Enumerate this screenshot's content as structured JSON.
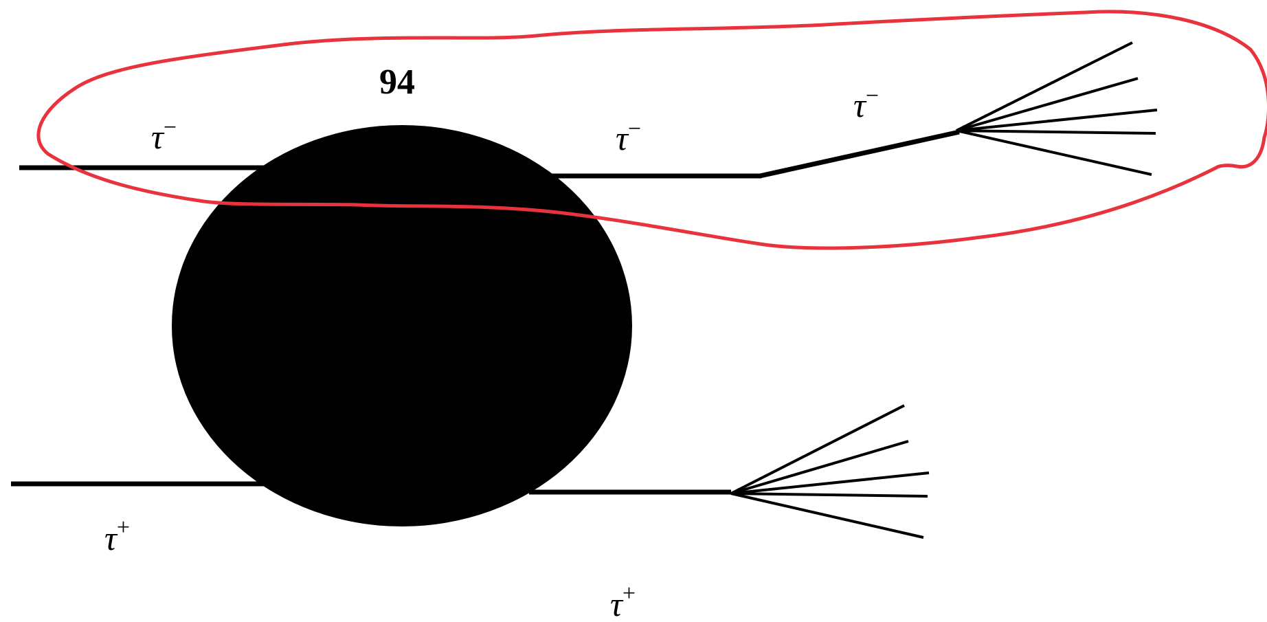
{
  "diagram": {
    "number_label": "94",
    "labels": {
      "in_top": {
        "symbol": "τ",
        "charge": "−"
      },
      "in_bottom": {
        "symbol": "τ",
        "charge": "+"
      },
      "out_top_a": {
        "symbol": "τ",
        "charge": "−"
      },
      "out_top_b": {
        "symbol": "τ",
        "charge": "−"
      },
      "out_bottom": {
        "symbol": "τ",
        "charge": "+"
      }
    },
    "colors": {
      "lines": "#000000",
      "blob": "#000000",
      "highlight": "#e8323c"
    }
  }
}
